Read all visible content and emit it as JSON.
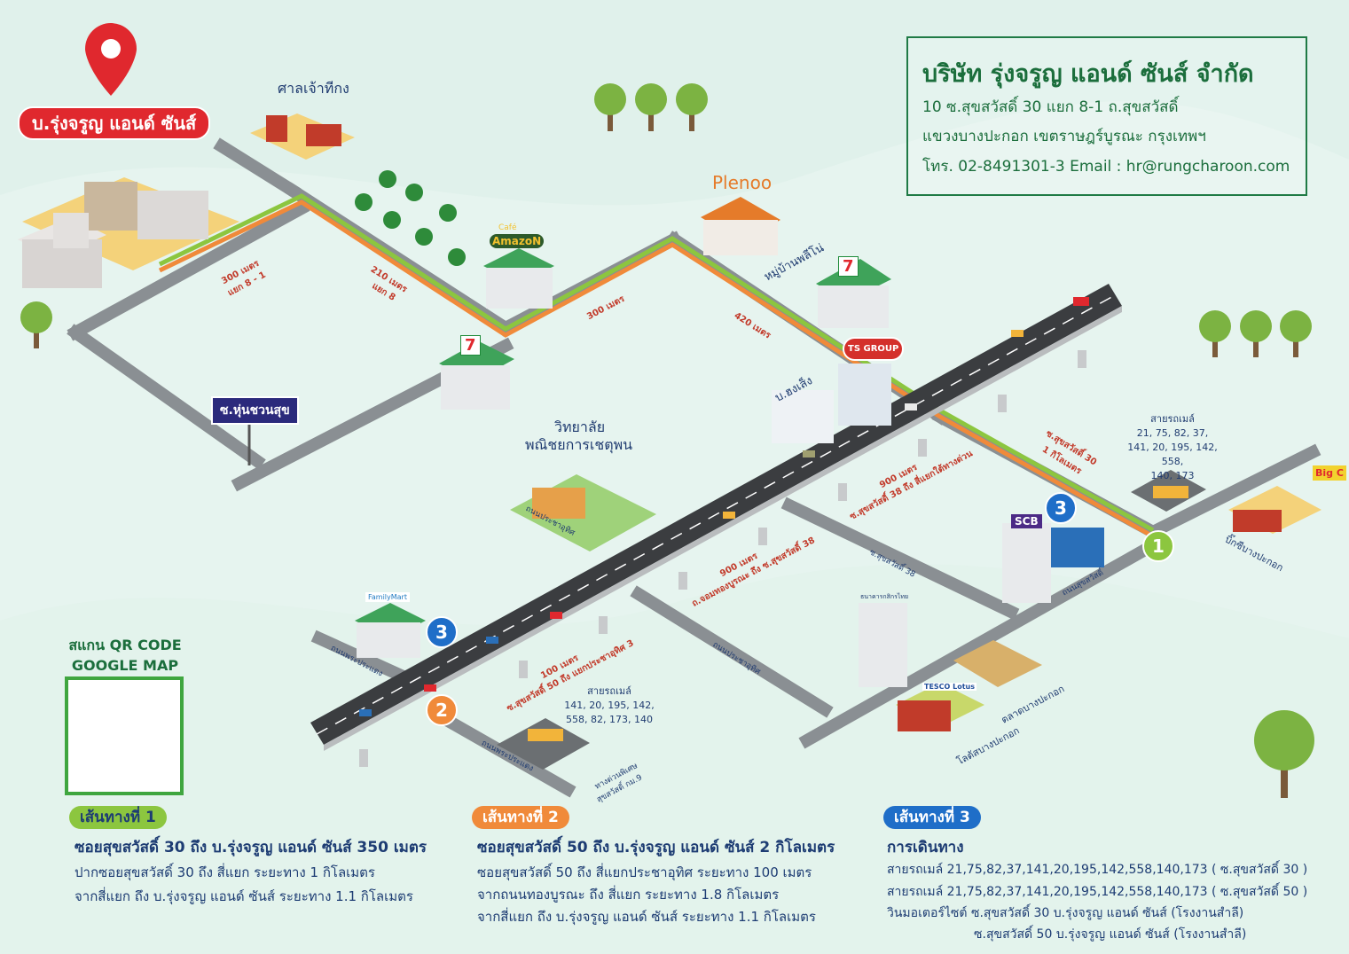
{
  "company": {
    "name": "บริษัท รุ่งจรูญ แอนด์ ซันส์ จำกัด",
    "address_1": "10 ซ.สุขสวัสดิ์ 30 แยก 8-1 ถ.สุขสวัสดิ์",
    "address_2": "แขวงบางปะกอก เขตราษฎร์บูรณะ กรุงเทพฯ",
    "contact": "โทร. 02-8491301-3 Email : hr@rungcharoon.com"
  },
  "map": {
    "pin_label": "บ.รุ่งจรูญ แอนด์ ซันส์",
    "shrine_label": "ศาลเจ้าทีกง",
    "plenoo_logo": "Plenoo",
    "village_label": "หมู่บ้านพลีโน่",
    "cafe_logo_top": "Café",
    "cafe_logo": "AmazoN",
    "seven_eleven": "7",
    "ts_group_label": "บ.ฮงเส็ง",
    "ts_group_logo": "TS GROUP",
    "soi_sign": "ซ.หุ่นชวนสุข",
    "college_label_1": "วิทยาลัย",
    "college_label_2": "พณิชยการเชตุพน",
    "familymart": "FamilyMart",
    "scb": "SCB",
    "bigc": "Big C",
    "kbank_label": "ธนาคารกสิกรไทย",
    "tesco_label": "TESCO Lotus",
    "lotus_label": "โลตัสบางปะกอก",
    "market_label": "ตลาดบางปะกอก",
    "bigc_label": "บิ๊กซีบางปะกอก",
    "road_pracha_1": "ถนนประชาอุทิศ",
    "road_pracha_2": "ถนนประชาอุทิศ",
    "road_phra_1": "ถนนพระประแดง",
    "road_phra_2": "ถนนพระประแดง",
    "road_suksawat": "ถนนสุขสวัสดิ์",
    "soi38_label": "ซ.สุขสวัสดิ์ 38",
    "expressway": "ทางด่วนพิเศษ",
    "expressway_2": "สุขสวัสดิ์ กม.9",
    "badge_1": "1",
    "badge_2": "2",
    "badge_3": "3",
    "distances": {
      "d300_1": "300 เมตร",
      "d300_1b": "แยก 8 - 1",
      "d210": "210 เมตร",
      "d210b": "แยก 8",
      "d300_2": "300 เมตร",
      "d420": "420 เมตร",
      "d1km": "ซ.สุขสวัสดิ์ 30",
      "d1kmb": "1 กิโลเมตร",
      "d900a": "900 เมตร",
      "d900ab": "ซ.สุขสวัสดิ์ 38 ถึง สี่แยกใต้ทางด่วน",
      "d900b": "900 เมตร",
      "d900bb": "ถ.จอมทองบูรณะ ถึง ซ.สุขสวัสดิ์ 38",
      "d100": "100 เมตร",
      "d100b": "ซ.สุขสวัสดิ์ 50 ถึง แยกประชาอุทิศ 3"
    },
    "bus_top": {
      "title": "สายรถเมล์",
      "line1": "21, 75, 82, 37,",
      "line2": "141, 20, 195, 142, 558,",
      "line3": "140, 173"
    },
    "bus_bottom": {
      "title": "สายรถเมล์",
      "line1": "141, 20, 195, 142,",
      "line2": "558, 82, 173, 140"
    }
  },
  "qr": {
    "title_1": "สแกน QR CODE",
    "title_2": "GOOGLE MAP"
  },
  "routes": [
    {
      "tag": "เส้นทางที่ 1",
      "heading": "ซอยสุขสวัสดิ์ 30 ถึง บ.รุ่งจรูญ แอนด์ ซันส์ 350 เมตร",
      "lines": [
        "ปากซอยสุขสวัสดิ์ 30 ถึง สี่แยก ระยะทาง 1 กิโลเมตร",
        "จากสี่แยก ถึง บ.รุ่งจรูญ แอนด์ ซันส์ ระยะทาง 1.1 กิโลเมตร"
      ]
    },
    {
      "tag": "เส้นทางที่ 2",
      "heading": "ซอยสุขสวัสดิ์ 50 ถึง บ.รุ่งจรูญ แอนด์ ซันส์ 2 กิโลเมตร",
      "lines": [
        "ซอยสุขสวัสดิ์ 50 ถึง สี่แยกประชาอุทิศ ระยะทาง 100 เมตร",
        "จากถนนทองบูรณะ ถึง สี่แยก ระยะทาง 1.8 กิโลเมตร",
        "จากสี่แยก ถึง บ.รุ่งจรูญ แอนด์ ซันส์ ระยะทาง 1.1 กิโลเมตร"
      ]
    },
    {
      "tag": "เส้นทางที่ 3",
      "heading": "การเดินทาง",
      "lines": [
        "สายรถเมล์   21,75,82,37,141,20,195,142,558,140,173 ( ซ.สุขสวัสดิ์ 30 )",
        "สายรถเมล์   21,75,82,37,141,20,195,142,558,140,173 ( ซ.สุขสวัสดิ์ 50 )",
        "วินมอเตอร์ไซต์ ซ.สุขสวัสดิ์ 30 บ.รุ่งจรูญ แอนด์ ซันส์ (โรงงานสำลี)",
        "ซ.สุขสวัสดิ์ 50 บ.รุ่งจรูญ แอนด์ ซันส์ (โรงงานสำลี)"
      ]
    }
  ],
  "colors": {
    "route1": "#8cc63f",
    "route2": "#f08a3a",
    "route3": "#1f6ec8",
    "road": "#8a8f93",
    "highway": "#3b3d40",
    "accent_red": "#e0282e",
    "company_green": "#1b6e3c"
  }
}
